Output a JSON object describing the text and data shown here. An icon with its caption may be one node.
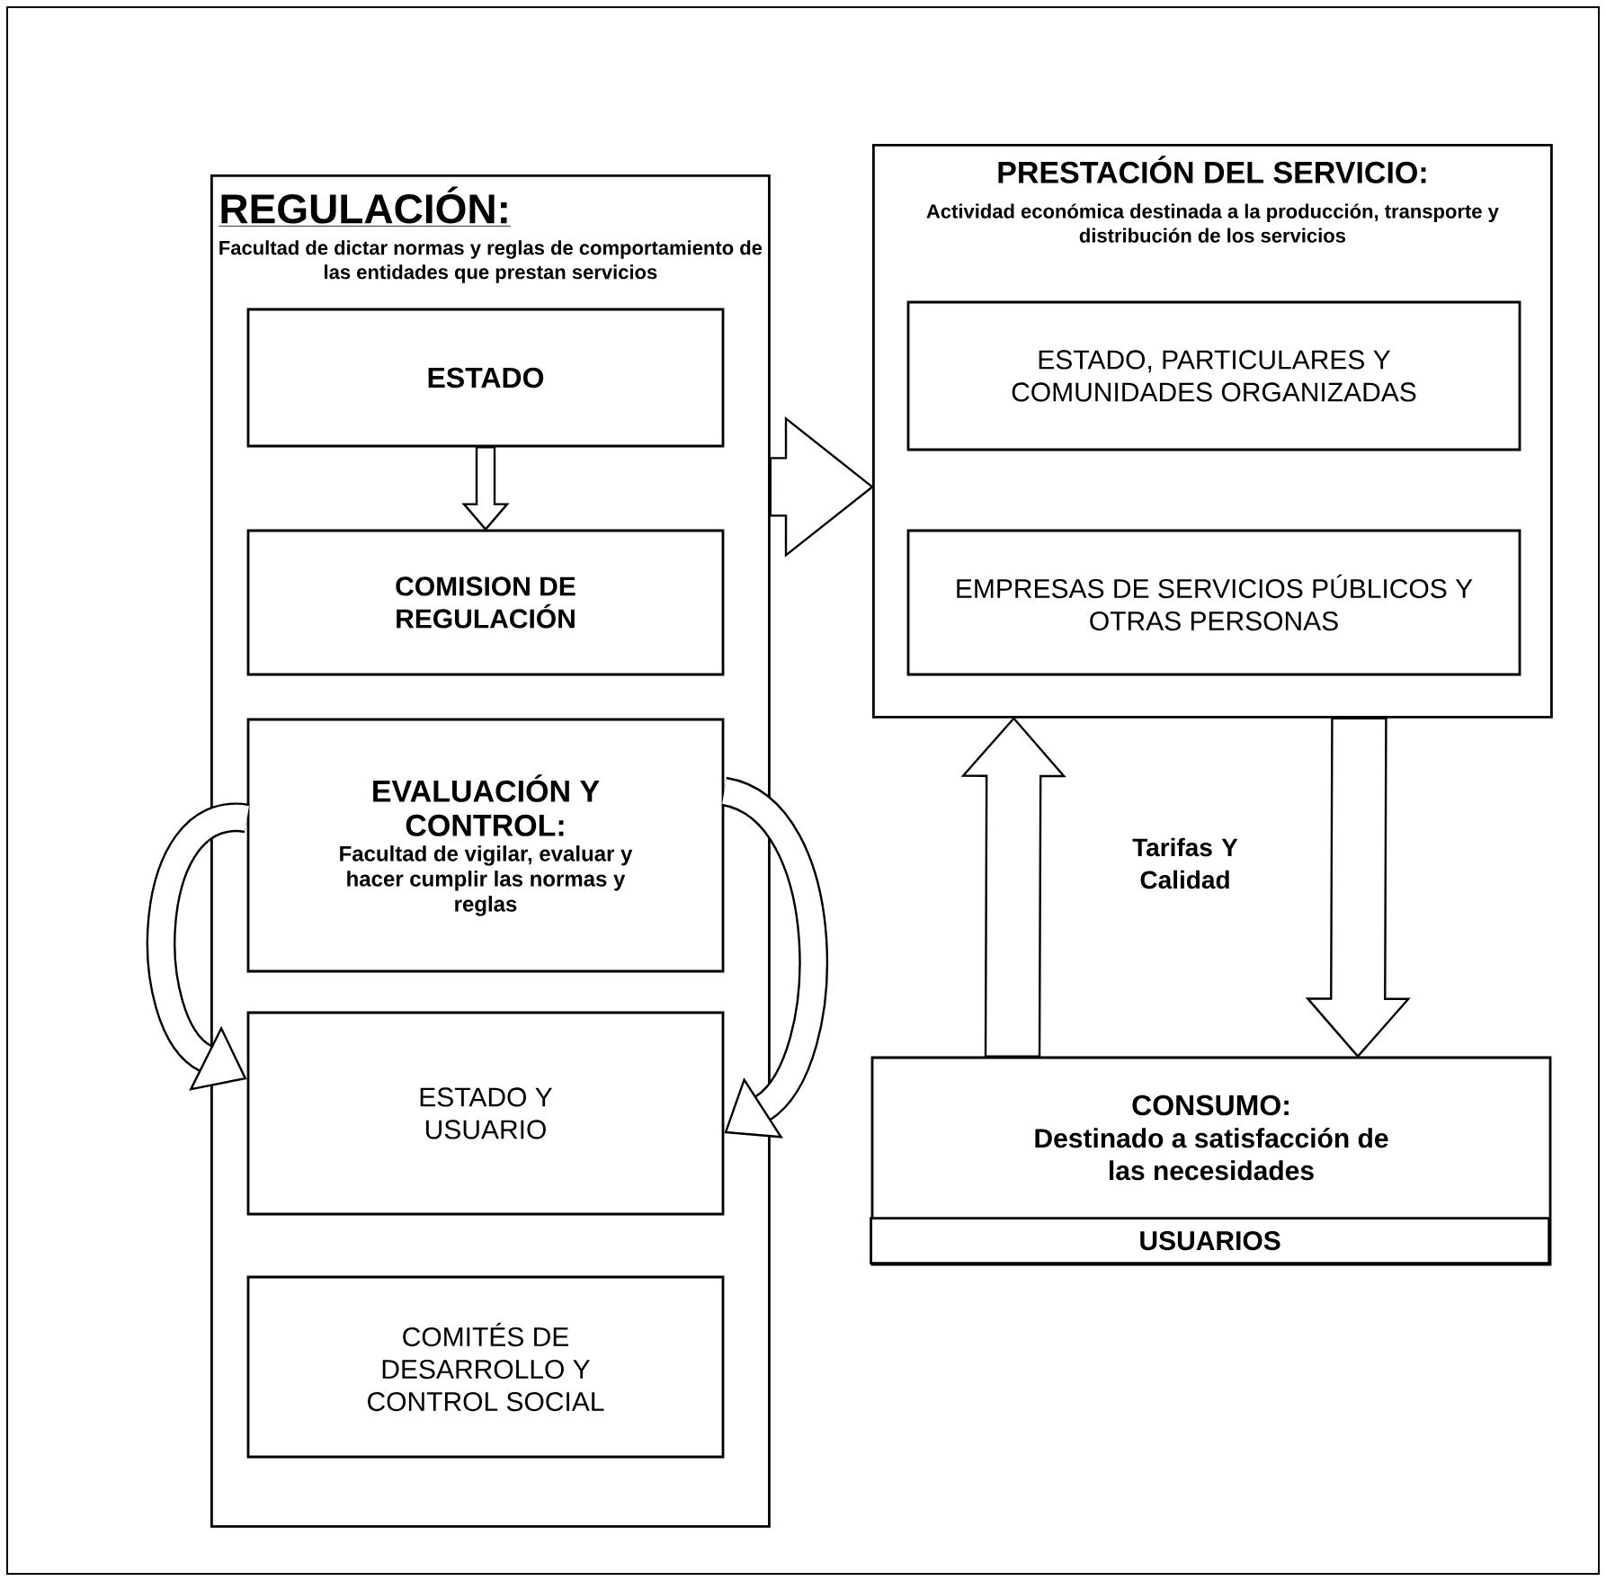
{
  "diagram": {
    "nodes": [
      {
        "text": [
          "REGULACIÓN:",
          "Facultad de dictar normas y reglas de comportamiento de las entidades que prestan servicios"
        ]
      },
      {
        "text": [
          "ESTADO"
        ],
        "in": 0
      },
      {
        "text": [
          "COMISION DE REGULACIÓN"
        ],
        "in": 0
      },
      {
        "text": [
          "EVALUACIÓN Y CONTROL:",
          "Facultad de vigilar, evaluar y hacer cumplir las normas y reglas"
        ],
        "in": 0
      },
      {
        "text": [
          "ESTADO Y USUARIO"
        ],
        "in": 0
      },
      {
        "text": [
          "COMITÉS DE DESARROLLO Y CONTROL SOCIAL"
        ],
        "in": 0
      },
      {
        "text": [
          "PRESTACIÓN DEL SERVICIO:",
          "Actividad económica destinada a la producción, transporte y distribución de los servicios"
        ]
      },
      {
        "text": [
          "ESTADO, PARTICULARES Y COMUNIDADES ORGANIZADAS"
        ],
        "in": 6
      },
      {
        "text": [
          "EMPRESAS DE SERVICIOS PÚBLICOS Y OTRAS PERSONAS"
        ],
        "in": 6
      },
      {
        "text": [
          "CONSUMO:",
          "Destinado a satisfacción de las necesidades"
        ]
      },
      {
        "text": [
          "USUARIOS"
        ],
        "in": 9
      }
    ],
    "edges": [
      {
        "from": 1,
        "to": 2,
        "arrow": "to"
      },
      {
        "from": 0,
        "to": 6,
        "arrow": "to"
      },
      {
        "from": 9,
        "to": 6,
        "arrow": "to"
      },
      {
        "from": 6,
        "to": 9,
        "arrow": "to"
      },
      {
        "from": 3,
        "to": 4,
        "arrow": "to"
      },
      {
        "from": 3,
        "to": 4,
        "arrow": "to"
      }
    ],
    "labels": [
      "Tarifas Y Calidad"
    ]
  }
}
